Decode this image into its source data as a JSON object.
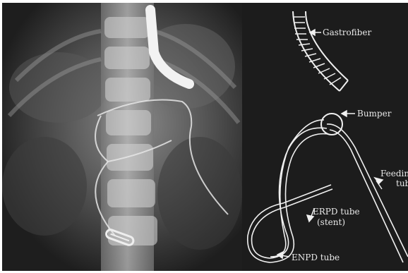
{
  "panels": {
    "left": {
      "kind": "radiograph"
    },
    "right": {
      "kind": "schematic"
    }
  },
  "labels": {
    "gastrofiber": "Gastrofiber",
    "bumper": "Bumper",
    "feeding_line1": "Feeding",
    "feeding_line2": "tube",
    "erpd_line1": "ERPD tube",
    "erpd_line2": "(stent)",
    "enpd": "ENPD tube"
  },
  "colors": {
    "xray_background": "#2a2a2a",
    "diagram_background": "#1c1c1c",
    "line": "#f0f0f0"
  }
}
